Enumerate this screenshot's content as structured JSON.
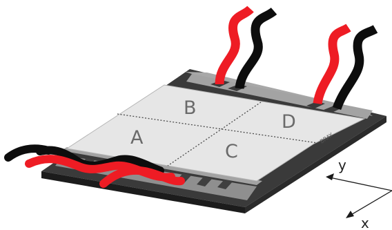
{
  "quadrants": {
    "a": "A",
    "b": "B",
    "c": "C",
    "d": "D"
  },
  "brand": "BRAY",
  "axes": {
    "y": "y",
    "x": "x"
  },
  "colors": {
    "top_surface": "#e6e6e6",
    "base": "#2b2b2b",
    "frame": "#9c9c9c",
    "wire_red": "#ee1c24",
    "wire_black": "#0d0d0d"
  }
}
